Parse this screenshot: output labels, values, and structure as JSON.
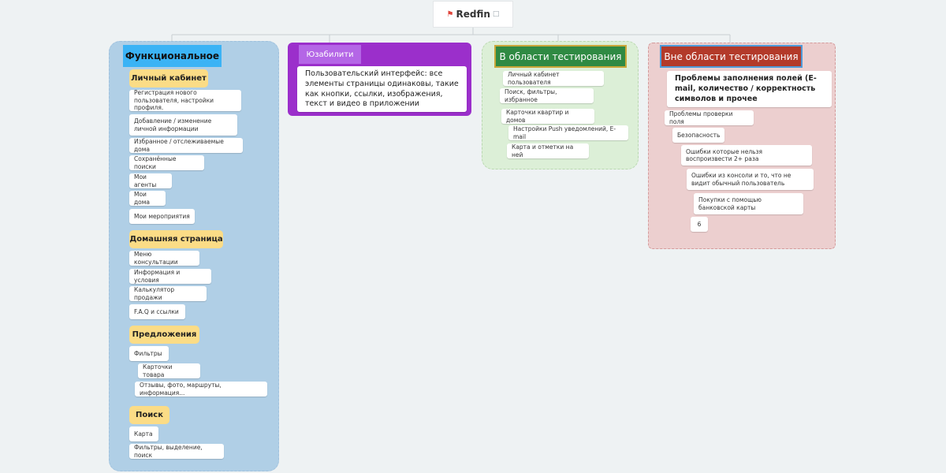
{
  "root": {
    "title": "Redfin",
    "flag_icon": "flag-icon",
    "note_icon": "note-icon"
  },
  "functional": {
    "title": "Функциональное",
    "groups": [
      {
        "title": "Личный кабинет",
        "items": [
          "Регистрация нового пользователя, настройки профиля.",
          "Добавление / изменение личной информации",
          "Избранное / отслеживаемые дома",
          "Сохранённые поиски",
          "Мои агенты",
          "Мои дома",
          "Мои мероприятия"
        ]
      },
      {
        "title": "Домашняя страница",
        "items": [
          "Меню консультации",
          "Информация и условия",
          "Калькулятор продажи",
          "F.A.Q и ссылки"
        ]
      },
      {
        "title": "Предложения",
        "items": [
          "Фильтры",
          "Карточки товара",
          "Отзывы, фото, маршруты, информация..."
        ]
      },
      {
        "title": "Поиск",
        "items": [
          "Карта",
          "Фильтры, выделение, поиск"
        ]
      }
    ]
  },
  "usability": {
    "title": "Юзабилити",
    "text": "Пользовательский интерфейс:  все элементы страницы одинаковы, такие как кнопки, ссылки, изображения, текст и видео в приложении"
  },
  "in_scope": {
    "title": "В области тестирования",
    "items": [
      "Личный кабинет пользователя",
      "Поиск, фильтры, избранное",
      "Карточки квартир и домов",
      "Настройки Push уведомлений, E-mail",
      "Карта и отметки на ней"
    ]
  },
  "out_scope": {
    "title": "Вне области тестирования",
    "main": "Проблемы заполнения полей (E-mail, количество / корректность символов и прочее",
    "items": [
      "Проблемы проверки поля",
      "Безопасность",
      "Ошибки которые нельзя воспроизвести 2+ раза",
      "Ошибки из консоли и то, что не видит обычный пользователь",
      "Покупки с помощью банковской карты",
      "6"
    ]
  },
  "colors": {
    "functional_bg": "#b0cfe6",
    "functional_header": "#3bb3f5",
    "usability_bg": "#9b2fcb",
    "usability_header": "#b466e6",
    "in_scope_bg": "#dcefd7",
    "in_scope_header": "#2f8a43",
    "out_scope_bg": "#eccfcf",
    "out_scope_header": "#b33a2a",
    "subgroup": "#fbdc86"
  }
}
